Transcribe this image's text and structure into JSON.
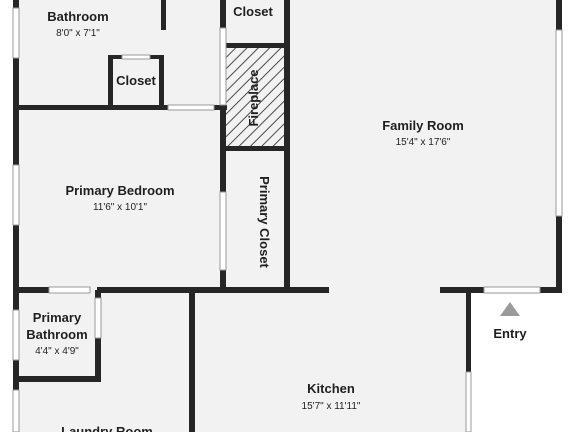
{
  "rooms": {
    "bathroom": {
      "name": "Bathroom",
      "dims": "8'0\" x 7'1\""
    },
    "closet_top": {
      "name": "Closet"
    },
    "closet_small": {
      "name": "Closet"
    },
    "fireplace": {
      "name": "Fireplace"
    },
    "family_room": {
      "name": "Family Room",
      "dims": "15'4\" x 17'6\""
    },
    "primary_bedroom": {
      "name": "Primary Bedroom",
      "dims": "11'6\" x 10'1\""
    },
    "primary_closet": {
      "name": "Primary Closet"
    },
    "primary_bathroom": {
      "name_line1": "Primary",
      "name_line2": "Bathroom",
      "dims": "4'4\" x 4'9\""
    },
    "entry": {
      "name": "Entry"
    },
    "kitchen": {
      "name": "Kitchen",
      "dims": "15'7\" x 11'11\""
    },
    "laundry_room": {
      "name": "Laundry Room"
    }
  },
  "colors": {
    "wall": "#262626",
    "floor": "#f2f2f2",
    "exterior": "#ffffff",
    "entry_marker": "#9a9a9a"
  }
}
